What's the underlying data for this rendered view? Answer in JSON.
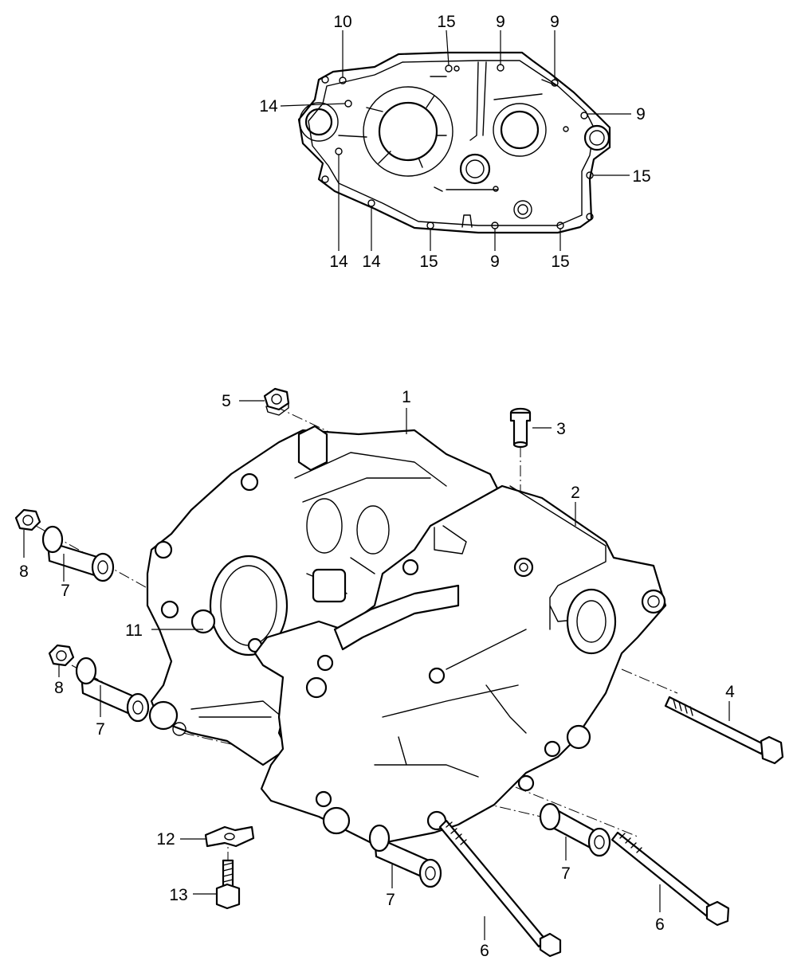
{
  "callouts": [
    {
      "id": "c10a",
      "text": "10"
    },
    {
      "id": "c15a",
      "text": "15"
    },
    {
      "id": "c9a",
      "text": "9"
    },
    {
      "id": "c9b",
      "text": "9"
    },
    {
      "id": "c14a",
      "text": "14"
    },
    {
      "id": "c9c",
      "text": "9"
    },
    {
      "id": "c15b",
      "text": "15"
    },
    {
      "id": "c14b",
      "text": "14"
    },
    {
      "id": "c14c",
      "text": "14"
    },
    {
      "id": "c15c",
      "text": "15"
    },
    {
      "id": "c9d",
      "text": "9"
    },
    {
      "id": "c15d",
      "text": "15"
    },
    {
      "id": "c5",
      "text": "5"
    },
    {
      "id": "c1",
      "text": "1"
    },
    {
      "id": "c3",
      "text": "3"
    },
    {
      "id": "c2",
      "text": "2"
    },
    {
      "id": "c8a",
      "text": "8"
    },
    {
      "id": "c7a",
      "text": "7"
    },
    {
      "id": "c11",
      "text": "11"
    },
    {
      "id": "c8b",
      "text": "8"
    },
    {
      "id": "c7b",
      "text": "7"
    },
    {
      "id": "c4",
      "text": "4"
    },
    {
      "id": "c12",
      "text": "12"
    },
    {
      "id": "c13",
      "text": "13"
    },
    {
      "id": "c7c",
      "text": "7"
    },
    {
      "id": "c7d",
      "text": "7"
    },
    {
      "id": "c6a",
      "text": "6"
    },
    {
      "id": "c6b",
      "text": "6"
    }
  ]
}
